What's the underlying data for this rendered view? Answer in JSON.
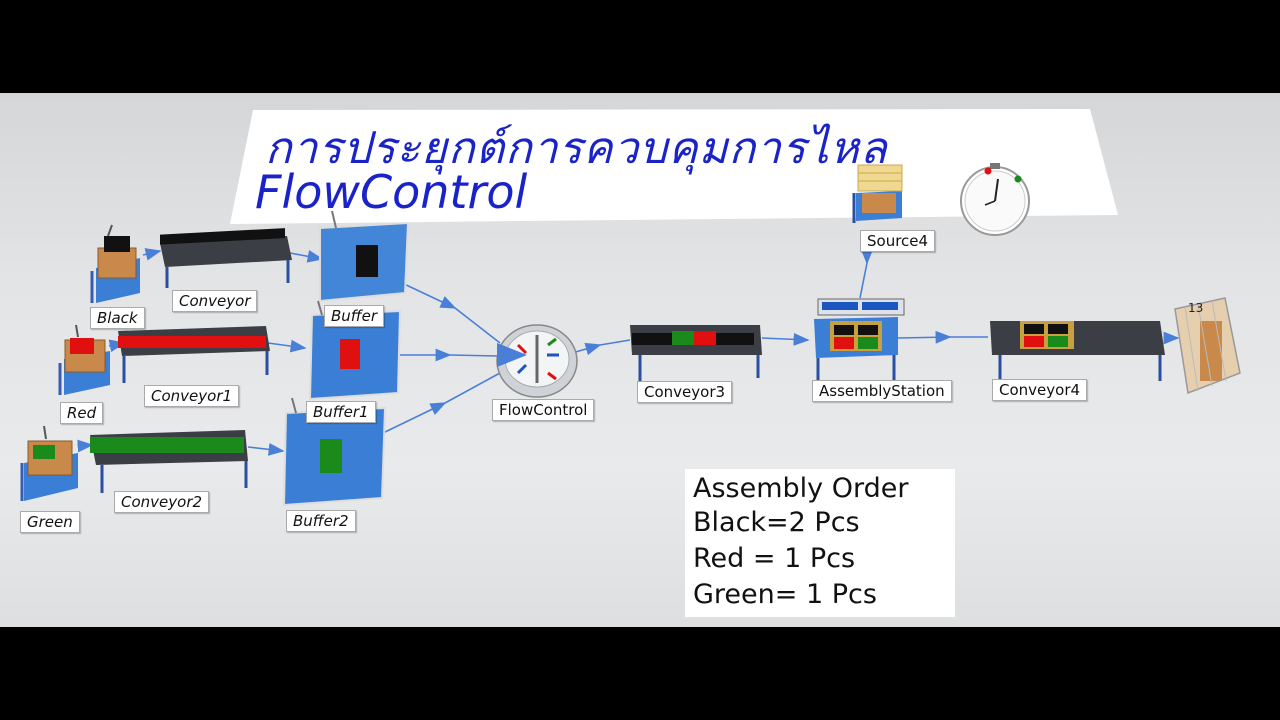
{
  "title": {
    "thai": "การประยุกต์การควบคุมการไหล",
    "english": "FlowControl"
  },
  "objects": {
    "source_black": "Black",
    "source_red": "Red",
    "source_green": "Green",
    "conveyor": "Conveyor",
    "conveyor1": "Conveyor1",
    "conveyor2": "Conveyor2",
    "buffer": "Buffer",
    "buffer1": "Buffer1",
    "buffer2": "Buffer2",
    "flow_control": "FlowControl",
    "conveyor3": "Conveyor3",
    "source4": "Source4",
    "assembly_station": "AssemblyStation",
    "conveyor4": "Conveyor4",
    "sink_count": "13"
  },
  "assembly_order": {
    "heading": "Assembly Order",
    "black": "Black=2 Pcs",
    "red": "Red = 1 Pcs",
    "green": "Green= 1  Pcs"
  },
  "colors": {
    "title_blue": "#1a23c8",
    "black_part": "#111111",
    "red_part": "#e01010",
    "green_part": "#1a8a1a",
    "floor_blue": "#3a7fd5",
    "conveyor_belt": "#3b3e44",
    "box_brown": "#c8894b"
  },
  "icons": [
    "stopwatch-icon",
    "flowcontrol-arrows-icon",
    "connector-arrow-icon"
  ]
}
